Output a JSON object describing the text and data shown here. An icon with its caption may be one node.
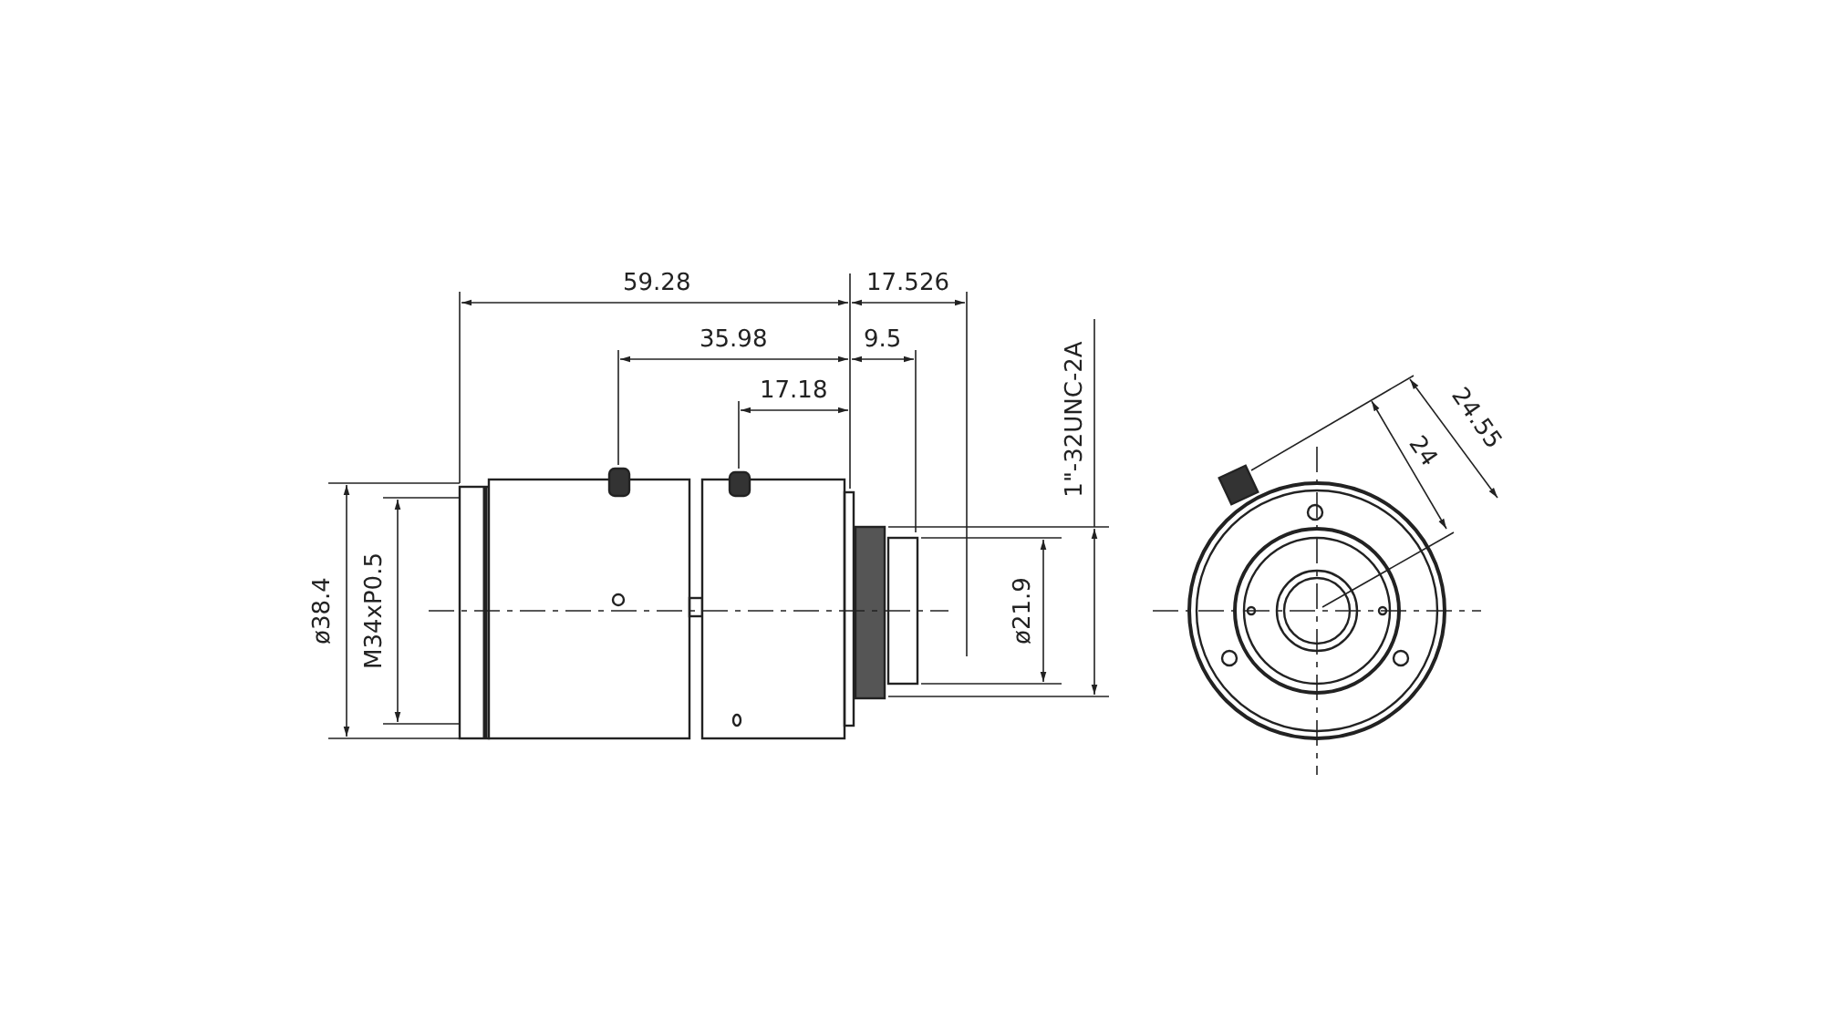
{
  "diagram": {
    "labels": [
      "59.28",
      "17.526",
      "35.98",
      "9.5",
      "17.18",
      "1\"-32UNC-2A",
      "24.55",
      "24",
      "ø38.4",
      "M34xP0.5",
      "ø21.9"
    ]
  }
}
